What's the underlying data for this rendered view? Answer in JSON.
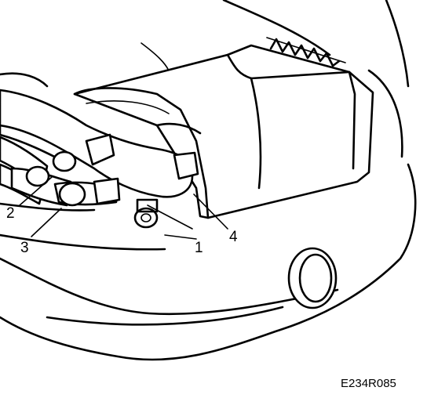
{
  "callouts": [
    {
      "id": "1",
      "label": "1"
    },
    {
      "id": "2",
      "label": "2"
    },
    {
      "id": "3",
      "label": "3"
    },
    {
      "id": "4",
      "label": "4"
    }
  ],
  "figure_code": "E234R085"
}
